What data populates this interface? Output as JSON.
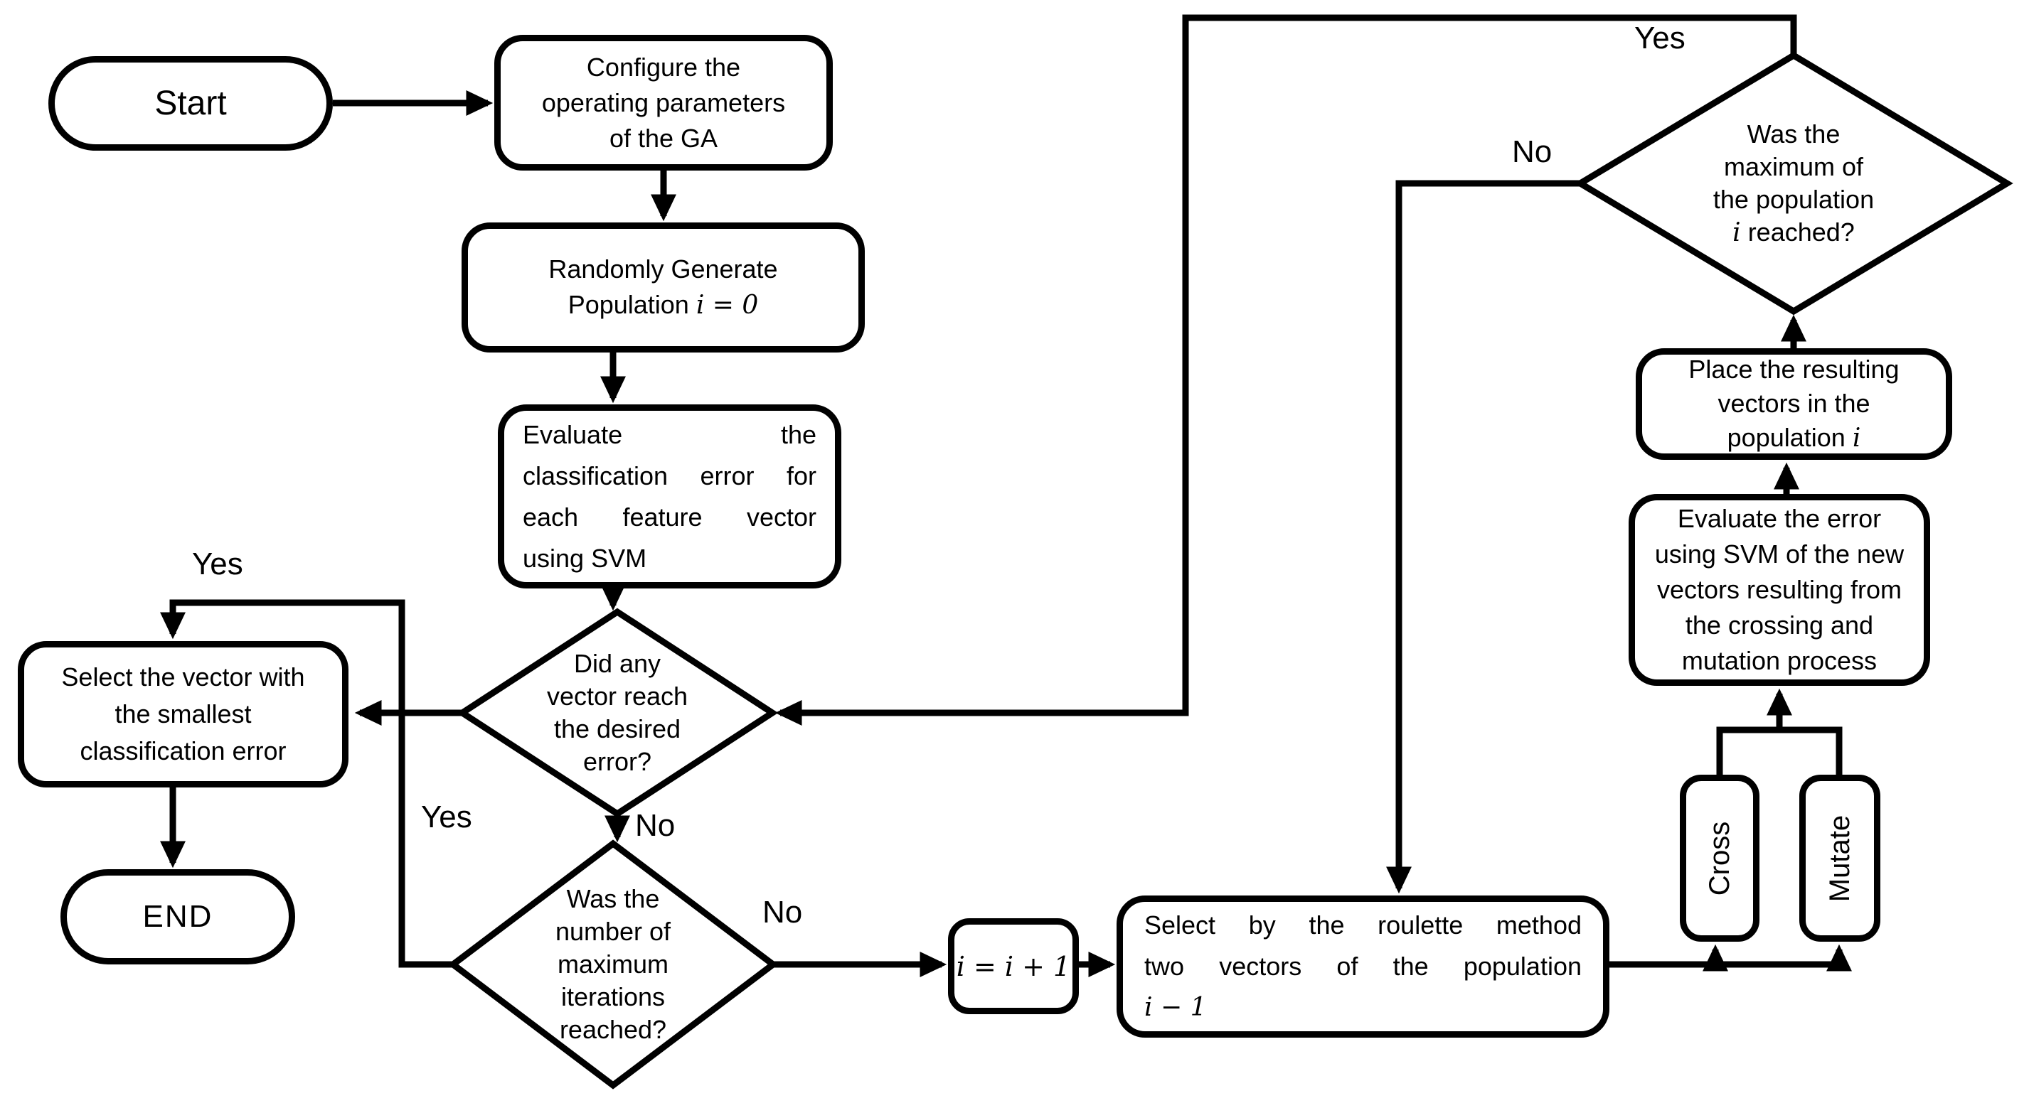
{
  "flowchart": {
    "nodes": {
      "start": {
        "label": "Start"
      },
      "configure": {
        "lines": [
          "Configure the",
          "operating parameters",
          "of the GA"
        ]
      },
      "generate": {
        "line1": "Randomly Generate",
        "line2_prefix": "Population ",
        "line2_math": "i = 0"
      },
      "evaluate_svm": {
        "lines": [
          "Evaluate the",
          "classification error for",
          "each feature vector",
          "using SVM"
        ]
      },
      "desired_error": {
        "lines": [
          "Did any",
          "vector reach",
          "the desired",
          "error?"
        ]
      },
      "select_smallest": {
        "lines": [
          "Select the vector with",
          "the smallest",
          "classification error"
        ]
      },
      "end": {
        "label": "END"
      },
      "max_iterations": {
        "lines": [
          "Was the",
          "number of",
          "maximum",
          "iterations",
          "reached?"
        ]
      },
      "increment": {
        "math": "i = i + 1"
      },
      "roulette": {
        "line1": "Select by the roulette method",
        "line2": "two vectors of the population",
        "line3_math": "i − 1"
      },
      "cross": {
        "label": "Cross"
      },
      "mutate": {
        "label": "Mutate"
      },
      "evaluate_new": {
        "lines": [
          "Evaluate the error",
          "using SVM of the new",
          "vectors resulting from",
          "the crossing and",
          "mutation process"
        ]
      },
      "place": {
        "lines": [
          "Place the resulting",
          "vectors in the"
        ],
        "line3_prefix": "population ",
        "line3_math": "i"
      },
      "max_population": {
        "lines": [
          "Was the",
          "maximum of",
          "the population"
        ],
        "line4_math": "i",
        "line4_suffix": " reached?"
      }
    },
    "edge_labels": {
      "yes": "Yes",
      "no": "No"
    }
  }
}
